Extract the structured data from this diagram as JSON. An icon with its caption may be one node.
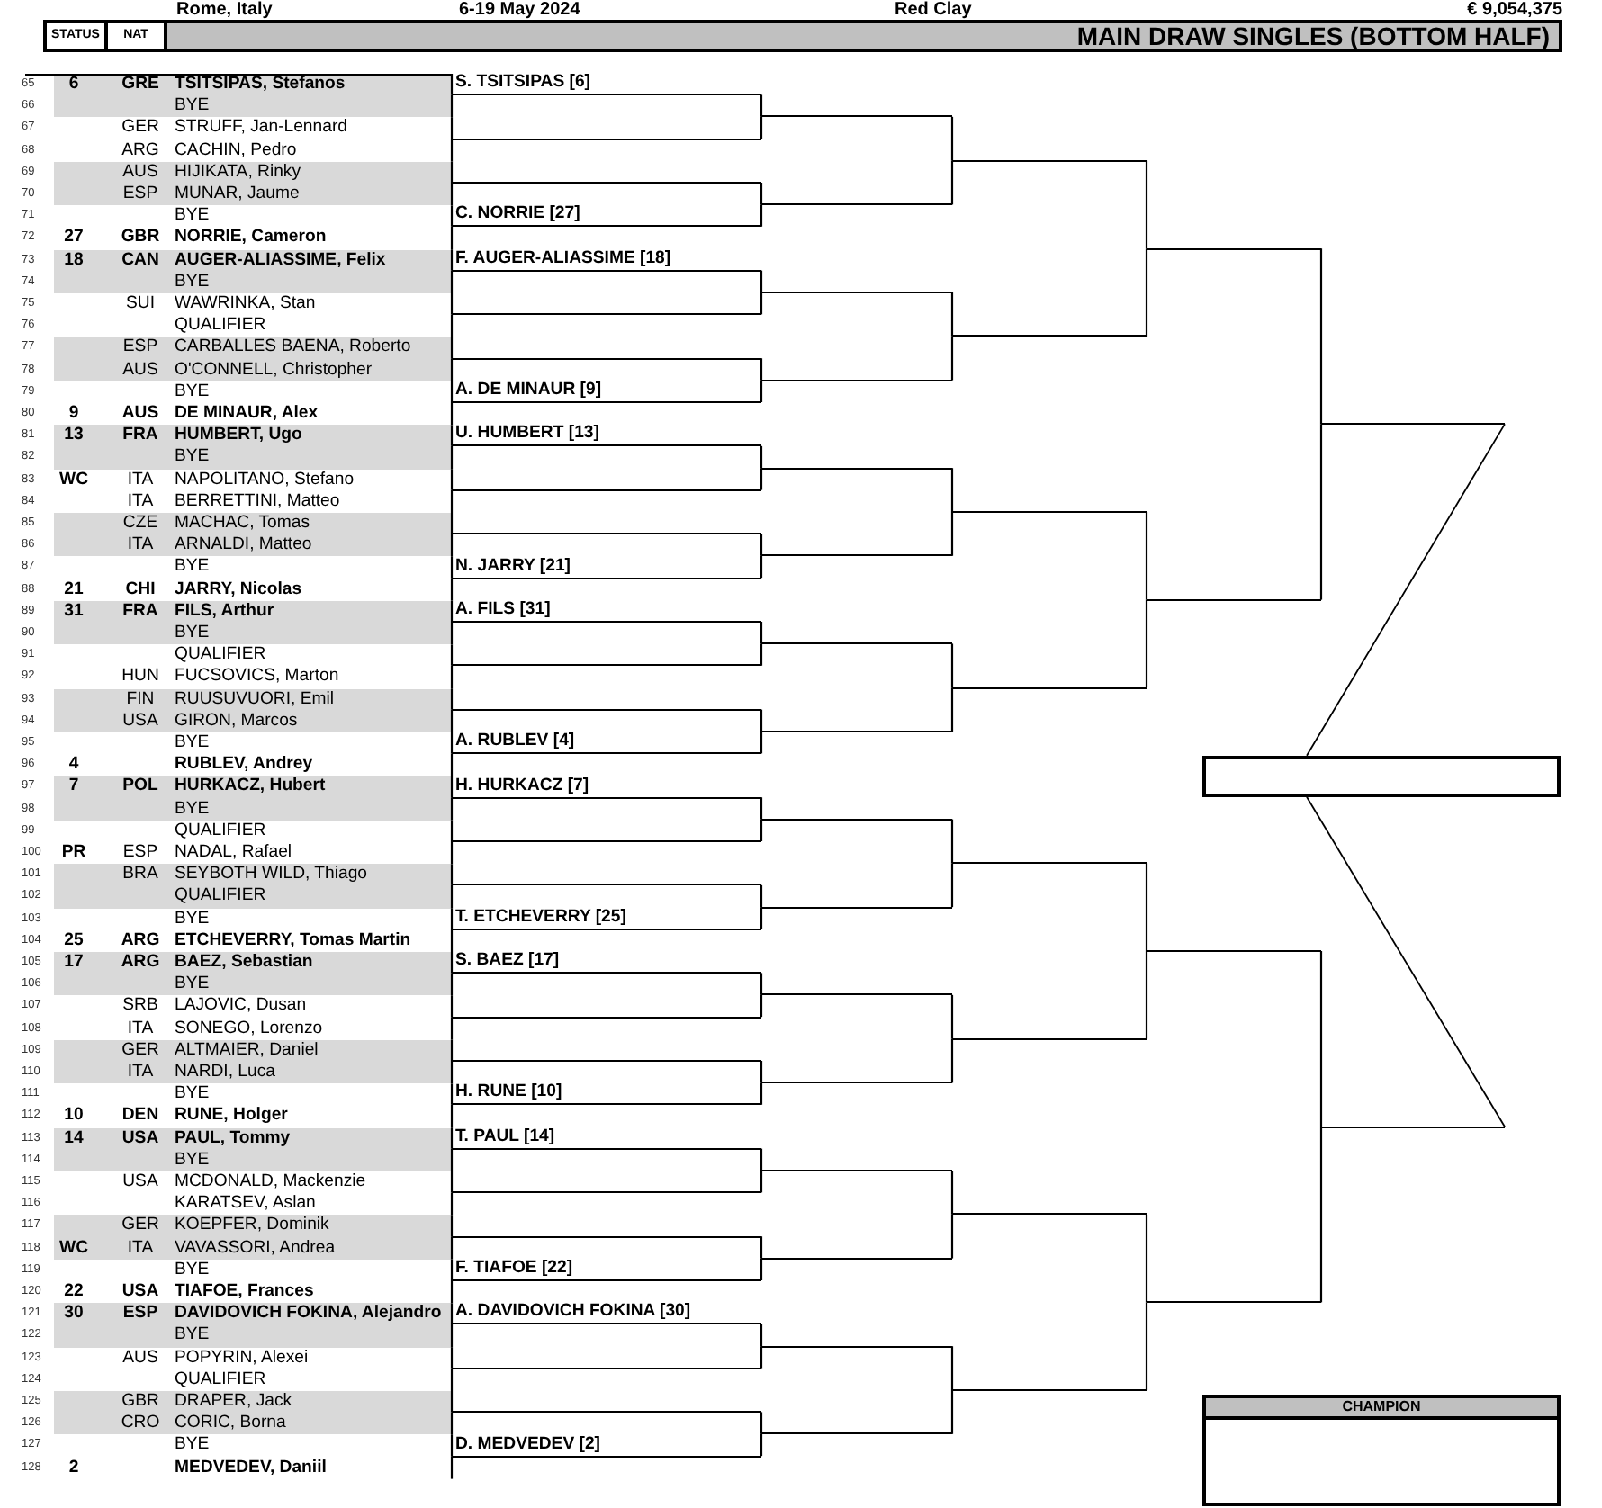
{
  "diagram": {
    "title": "MAIN DRAW SINGLES (BOTTOM HALF)",
    "nodes": [
      {
        "text": [
          "6",
          "GRE",
          "TSITSIPAS, Stefanos"
        ],
        "beside": [
          "65"
        ]
      },
      {
        "text": [
          "BYE"
        ],
        "beside": [
          "66"
        ]
      },
      {
        "text": [
          "GER",
          "STRUFF, Jan-Lennard"
        ],
        "beside": [
          "67"
        ]
      },
      {
        "text": [
          "ARG",
          "CACHIN, Pedro"
        ],
        "beside": [
          "68"
        ]
      },
      {
        "text": [
          "AUS",
          "HIJIKATA, Rinky"
        ],
        "beside": [
          "69"
        ]
      },
      {
        "text": [
          "ESP",
          "MUNAR, Jaume"
        ],
        "beside": [
          "70"
        ]
      },
      {
        "text": [
          "BYE"
        ],
        "beside": [
          "71"
        ]
      },
      {
        "text": [
          "27",
          "GBR",
          "NORRIE, Cameron"
        ],
        "beside": [
          "72"
        ]
      },
      {
        "text": [
          "18",
          "CAN",
          "AUGER-ALIASSIME, Felix"
        ],
        "beside": [
          "73"
        ]
      },
      {
        "text": [
          "BYE"
        ],
        "beside": [
          "74"
        ]
      },
      {
        "text": [
          "SUI",
          "WAWRINKA, Stan"
        ],
        "beside": [
          "75"
        ]
      },
      {
        "text": [
          "QUALIFIER"
        ],
        "beside": [
          "76"
        ]
      },
      {
        "text": [
          "ESP",
          "CARBALLES BAENA, Roberto"
        ],
        "beside": [
          "77"
        ]
      },
      {
        "text": [
          "AUS",
          "O'CONNELL, Christopher"
        ],
        "beside": [
          "78"
        ]
      },
      {
        "text": [
          "BYE"
        ],
        "beside": [
          "79"
        ]
      },
      {
        "text": [
          "9",
          "AUS",
          "DE MINAUR, Alex"
        ],
        "beside": [
          "80"
        ]
      },
      {
        "text": [
          "13",
          "FRA",
          "HUMBERT, Ugo"
        ],
        "beside": [
          "81"
        ]
      },
      {
        "text": [
          "BYE"
        ],
        "beside": [
          "82"
        ]
      },
      {
        "text": [
          "WC",
          "ITA",
          "NAPOLITANO, Stefano"
        ],
        "beside": [
          "83"
        ]
      },
      {
        "text": [
          "ITA",
          "BERRETTINI, Matteo"
        ],
        "beside": [
          "84"
        ]
      },
      {
        "text": [
          "CZE",
          "MACHAC, Tomas"
        ],
        "beside": [
          "85"
        ]
      },
      {
        "text": [
          "ITA",
          "ARNALDI, Matteo"
        ],
        "beside": [
          "86"
        ]
      },
      {
        "text": [
          "BYE"
        ],
        "beside": [
          "87"
        ]
      },
      {
        "text": [
          "21",
          "CHI",
          "JARRY, Nicolas"
        ],
        "beside": [
          "88"
        ]
      },
      {
        "text": [
          "31",
          "FRA",
          "FILS, Arthur"
        ],
        "beside": [
          "89"
        ]
      },
      {
        "text": [
          "BYE"
        ],
        "beside": [
          "90"
        ]
      },
      {
        "text": [
          "QUALIFIER"
        ],
        "beside": [
          "91"
        ]
      },
      {
        "text": [
          "HUN",
          "FUCSOVICS, Marton"
        ],
        "beside": [
          "92"
        ]
      },
      {
        "text": [
          "FIN",
          "RUUSUVUORI, Emil"
        ],
        "beside": [
          "93"
        ]
      },
      {
        "text": [
          "USA",
          "GIRON, Marcos"
        ],
        "beside": [
          "94"
        ]
      },
      {
        "text": [
          "BYE"
        ],
        "beside": [
          "95"
        ]
      },
      {
        "text": [
          "4",
          "RUBLEV, Andrey"
        ],
        "beside": [
          "96"
        ]
      },
      {
        "text": [
          "7",
          "POL",
          "HURKACZ, Hubert"
        ],
        "beside": [
          "97"
        ]
      },
      {
        "text": [
          "BYE"
        ],
        "beside": [
          "98"
        ]
      },
      {
        "text": [
          "QUALIFIER"
        ],
        "beside": [
          "99"
        ]
      },
      {
        "text": [
          "PR",
          "ESP",
          "NADAL, Rafael"
        ],
        "beside": [
          "100"
        ]
      },
      {
        "text": [
          "BRA",
          "SEYBOTH WILD, Thiago"
        ],
        "beside": [
          "101"
        ]
      },
      {
        "text": [
          "QUALIFIER"
        ],
        "beside": [
          "102"
        ]
      },
      {
        "text": [
          "BYE"
        ],
        "beside": [
          "103"
        ]
      },
      {
        "text": [
          "25",
          "ARG",
          "ETCHEVERRY, Tomas Martin"
        ],
        "beside": [
          "104"
        ]
      },
      {
        "text": [
          "17",
          "ARG",
          "BAEZ, Sebastian"
        ],
        "beside": [
          "105"
        ]
      },
      {
        "text": [
          "BYE"
        ],
        "beside": [
          "106"
        ]
      },
      {
        "text": [
          "SRB",
          "LAJOVIC, Dusan"
        ],
        "beside": [
          "107"
        ]
      },
      {
        "text": [
          "ITA",
          "SONEGO, Lorenzo"
        ],
        "beside": [
          "108"
        ]
      },
      {
        "text": [
          "GER",
          "ALTMAIER, Daniel"
        ],
        "beside": [
          "109"
        ]
      },
      {
        "text": [
          "ITA",
          "NARDI, Luca"
        ],
        "beside": [
          "110"
        ]
      },
      {
        "text": [
          "BYE"
        ],
        "beside": [
          "111"
        ]
      },
      {
        "text": [
          "10",
          "DEN",
          "RUNE, Holger"
        ],
        "beside": [
          "112"
        ]
      },
      {
        "text": [
          "14",
          "USA",
          "PAUL, Tommy"
        ],
        "beside": [
          "113"
        ]
      },
      {
        "text": [
          "BYE"
        ],
        "beside": [
          "114"
        ]
      },
      {
        "text": [
          "USA",
          "MCDONALD, Mackenzie"
        ],
        "beside": [
          "115"
        ]
      },
      {
        "text": [
          "KARATSEV, Aslan"
        ],
        "beside": [
          "116"
        ]
      },
      {
        "text": [
          "GER",
          "KOEPFER, Dominik"
        ],
        "beside": [
          "117"
        ]
      },
      {
        "text": [
          "WC",
          "ITA",
          "VAVASSORI, Andrea"
        ],
        "beside": [
          "118"
        ]
      },
      {
        "text": [
          "BYE"
        ],
        "beside": [
          "119"
        ]
      },
      {
        "text": [
          "22",
          "USA",
          "TIAFOE, Frances"
        ],
        "beside": [
          "120"
        ]
      },
      {
        "text": [
          "30",
          "ESP",
          "DAVIDOVICH FOKINA, Alejandro"
        ],
        "beside": [
          "121"
        ]
      },
      {
        "text": [
          "BYE"
        ],
        "beside": [
          "122"
        ]
      },
      {
        "text": [
          "AUS",
          "POPYRIN, Alexei"
        ],
        "beside": [
          "123"
        ]
      },
      {
        "text": [
          "QUALIFIER"
        ],
        "beside": [
          "124"
        ]
      },
      {
        "text": [
          "GBR",
          "DRAPER, Jack"
        ],
        "beside": [
          "125"
        ]
      },
      {
        "text": [
          "CRO",
          "CORIC, Borna"
        ],
        "beside": [
          "126"
        ]
      },
      {
        "text": [
          "BYE"
        ],
        "beside": [
          "127"
        ]
      },
      {
        "text": [
          "2",
          "MEDVEDEV, Daniil"
        ],
        "beside": [
          "128"
        ]
      },
      {
        "text": [
          "S. TSITSIPAS [6]"
        ]
      },
      {
        "text": [],
        "shape": "line"
      },
      {
        "text": [],
        "shape": "line"
      },
      {
        "text": [
          "C. NORRIE [27]"
        ]
      },
      {
        "text": [
          "F. AUGER-ALIASSIME [18]"
        ]
      },
      {
        "text": [],
        "shape": "line"
      },
      {
        "text": [],
        "shape": "line"
      },
      {
        "text": [
          "A. DE MINAUR [9]"
        ]
      },
      {
        "text": [
          "U. HUMBERT [13]"
        ]
      },
      {
        "text": [],
        "shape": "line"
      },
      {
        "text": [],
        "shape": "line"
      },
      {
        "text": [
          "N. JARRY [21]"
        ]
      },
      {
        "text": [
          "A. FILS [31]"
        ]
      },
      {
        "text": [],
        "shape": "line"
      },
      {
        "text": [],
        "shape": "line"
      },
      {
        "text": [
          "A. RUBLEV [4]"
        ]
      },
      {
        "text": [
          "H. HURKACZ [7]"
        ]
      },
      {
        "text": [],
        "shape": "line"
      },
      {
        "text": [],
        "shape": "line"
      },
      {
        "text": [
          "T. ETCHEVERRY [25]"
        ]
      },
      {
        "text": [
          "S. BAEZ [17]"
        ]
      },
      {
        "text": [],
        "shape": "line"
      },
      {
        "text": [],
        "shape": "line"
      },
      {
        "text": [
          "H. RUNE [10]"
        ]
      },
      {
        "text": [
          "T. PAUL [14]"
        ]
      },
      {
        "text": [],
        "shape": "line"
      },
      {
        "text": [],
        "shape": "line"
      },
      {
        "text": [
          "F. TIAFOE [22]"
        ]
      },
      {
        "text": [
          "A. DAVIDOVICH FOKINA [30]"
        ]
      },
      {
        "text": [],
        "shape": "line"
      },
      {
        "text": [],
        "shape": "line"
      },
      {
        "text": [
          "D. MEDVEDEV [2]"
        ]
      },
      {
        "text": [],
        "shape": "line"
      },
      {
        "text": [],
        "shape": "line"
      },
      {
        "text": [],
        "shape": "line"
      },
      {
        "text": [],
        "shape": "line"
      },
      {
        "text": [],
        "shape": "line"
      },
      {
        "text": [],
        "shape": "line"
      },
      {
        "text": [],
        "shape": "line"
      },
      {
        "text": [],
        "shape": "line"
      },
      {
        "text": [],
        "shape": "line"
      },
      {
        "text": [],
        "shape": "line"
      },
      {
        "text": [],
        "shape": "line"
      },
      {
        "text": [],
        "shape": "line"
      },
      {
        "text": [],
        "shape": "line"
      },
      {
        "text": [],
        "shape": "line"
      },
      {
        "text": [],
        "shape": "line"
      },
      {
        "text": [],
        "shape": "line"
      },
      {
        "text": [],
        "shape": "line"
      },
      {
        "text": [],
        "shape": "line"
      },
      {
        "text": [],
        "shape": "line"
      },
      {
        "text": [],
        "shape": "line"
      },
      {
        "text": [],
        "shape": "line"
      },
      {
        "text": [],
        "shape": "line"
      },
      {
        "text": [],
        "shape": "line"
      },
      {
        "text": [],
        "shape": "line"
      },
      {
        "text": [],
        "shape": "line"
      },
      {
        "text": [],
        "shape": "line"
      },
      {
        "text": [],
        "shape": "line"
      },
      {
        "text": [],
        "shape": "line"
      },
      {
        "text": [],
        "shape": "line"
      },
      {
        "text": [],
        "shape": "line"
      },
      {
        "text": [],
        "shape": "box"
      },
      {
        "text": [
          "CHAMPION"
        ]
      }
    ],
    "edges": [
      {
        "from": 0,
        "to": 64,
        "arrow": "none"
      },
      {
        "from": 1,
        "to": 64,
        "arrow": "none"
      },
      {
        "from": 2,
        "to": 65,
        "arrow": "none"
      },
      {
        "from": 3,
        "to": 65,
        "arrow": "none"
      },
      {
        "from": 4,
        "to": 66,
        "arrow": "none"
      },
      {
        "from": 5,
        "to": 66,
        "arrow": "none"
      },
      {
        "from": 6,
        "to": 67,
        "arrow": "none"
      },
      {
        "from": 7,
        "to": 67,
        "arrow": "none"
      },
      {
        "from": 8,
        "to": 68,
        "arrow": "none"
      },
      {
        "from": 9,
        "to": 68,
        "arrow": "none"
      },
      {
        "from": 10,
        "to": 69,
        "arrow": "none"
      },
      {
        "from": 11,
        "to": 69,
        "arrow": "none"
      },
      {
        "from": 12,
        "to": 70,
        "arrow": "none"
      },
      {
        "from": 13,
        "to": 70,
        "arrow": "none"
      },
      {
        "from": 14,
        "to": 71,
        "arrow": "none"
      },
      {
        "from": 15,
        "to": 71,
        "arrow": "none"
      },
      {
        "from": 16,
        "to": 72,
        "arrow": "none"
      },
      {
        "from": 17,
        "to": 72,
        "arrow": "none"
      },
      {
        "from": 18,
        "to": 73,
        "arrow": "none"
      },
      {
        "from": 19,
        "to": 73,
        "arrow": "none"
      },
      {
        "from": 20,
        "to": 74,
        "arrow": "none"
      },
      {
        "from": 21,
        "to": 74,
        "arrow": "none"
      },
      {
        "from": 22,
        "to": 75,
        "arrow": "none"
      },
      {
        "from": 23,
        "to": 75,
        "arrow": "none"
      },
      {
        "from": 24,
        "to": 76,
        "arrow": "none"
      },
      {
        "from": 25,
        "to": 76,
        "arrow": "none"
      },
      {
        "from": 26,
        "to": 77,
        "arrow": "none"
      },
      {
        "from": 27,
        "to": 77,
        "arrow": "none"
      },
      {
        "from": 28,
        "to": 78,
        "arrow": "none"
      },
      {
        "from": 29,
        "to": 78,
        "arrow": "none"
      },
      {
        "from": 30,
        "to": 79,
        "arrow": "none"
      },
      {
        "from": 31,
        "to": 79,
        "arrow": "none"
      },
      {
        "from": 32,
        "to": 80,
        "arrow": "none"
      },
      {
        "from": 33,
        "to": 80,
        "arrow": "none"
      },
      {
        "from": 34,
        "to": 81,
        "arrow": "none"
      },
      {
        "from": 35,
        "to": 81,
        "arrow": "none"
      },
      {
        "from": 36,
        "to": 82,
        "arrow": "none"
      },
      {
        "from": 37,
        "to": 82,
        "arrow": "none"
      },
      {
        "from": 38,
        "to": 83,
        "arrow": "none"
      },
      {
        "from": 39,
        "to": 83,
        "arrow": "none"
      },
      {
        "from": 40,
        "to": 84,
        "arrow": "none"
      },
      {
        "from": 41,
        "to": 84,
        "arrow": "none"
      },
      {
        "from": 42,
        "to": 85,
        "arrow": "none"
      },
      {
        "from": 43,
        "to": 85,
        "arrow": "none"
      },
      {
        "from": 44,
        "to": 86,
        "arrow": "none"
      },
      {
        "from": 45,
        "to": 86,
        "arrow": "none"
      },
      {
        "from": 46,
        "to": 87,
        "arrow": "none"
      },
      {
        "from": 47,
        "to": 87,
        "arrow": "none"
      },
      {
        "from": 48,
        "to": 88,
        "arrow": "none"
      },
      {
        "from": 49,
        "to": 88,
        "arrow": "none"
      },
      {
        "from": 50,
        "to": 89,
        "arrow": "none"
      },
      {
        "from": 51,
        "to": 89,
        "arrow": "none"
      },
      {
        "from": 52,
        "to": 90,
        "arrow": "none"
      },
      {
        "from": 53,
        "to": 90,
        "arrow": "none"
      },
      {
        "from": 54,
        "to": 91,
        "arrow": "none"
      },
      {
        "from": 55,
        "to": 91,
        "arrow": "none"
      },
      {
        "from": 56,
        "to": 92,
        "arrow": "none"
      },
      {
        "from": 57,
        "to": 92,
        "arrow": "none"
      },
      {
        "from": 58,
        "to": 93,
        "arrow": "none"
      },
      {
        "from": 59,
        "to": 93,
        "arrow": "none"
      },
      {
        "from": 60,
        "to": 94,
        "arrow": "none"
      },
      {
        "from": 61,
        "to": 94,
        "arrow": "none"
      },
      {
        "from": 62,
        "to": 95,
        "arrow": "none"
      },
      {
        "from": 63,
        "to": 95,
        "arrow": "none"
      },
      {
        "from": 64,
        "to": 96,
        "arrow": "none"
      },
      {
        "from": 65,
        "to": 96,
        "arrow": "none"
      },
      {
        "from": 66,
        "to": 97,
        "arrow": "none"
      },
      {
        "from": 67,
        "to": 97,
        "arrow": "none"
      },
      {
        "from": 68,
        "to": 98,
        "arrow": "none"
      },
      {
        "from": 69,
        "to": 98,
        "arrow": "none"
      },
      {
        "from": 70,
        "to": 99,
        "arrow": "none"
      },
      {
        "from": 71,
        "to": 99,
        "arrow": "none"
      },
      {
        "from": 72,
        "to": 100,
        "arrow": "none"
      },
      {
        "from": 73,
        "to": 100,
        "arrow": "none"
      },
      {
        "from": 74,
        "to": 101,
        "arrow": "none"
      },
      {
        "from": 75,
        "to": 101,
        "arrow": "none"
      },
      {
        "from": 76,
        "to": 102,
        "arrow": "none"
      },
      {
        "from": 77,
        "to": 102,
        "arrow": "none"
      },
      {
        "from": 78,
        "to": 103,
        "arrow": "none"
      },
      {
        "from": 79,
        "to": 103,
        "arrow": "none"
      },
      {
        "from": 80,
        "to": 104,
        "arrow": "none"
      },
      {
        "from": 81,
        "to": 104,
        "arrow": "none"
      },
      {
        "from": 82,
        "to": 105,
        "arrow": "none"
      },
      {
        "from": 83,
        "to": 105,
        "arrow": "none"
      },
      {
        "from": 84,
        "to": 106,
        "arrow": "none"
      },
      {
        "from": 85,
        "to": 106,
        "arrow": "none"
      },
      {
        "from": 86,
        "to": 107,
        "arrow": "none"
      },
      {
        "from": 87,
        "to": 107,
        "arrow": "none"
      },
      {
        "from": 88,
        "to": 108,
        "arrow": "none"
      },
      {
        "from": 89,
        "to": 108,
        "arrow": "none"
      },
      {
        "from": 90,
        "to": 109,
        "arrow": "none"
      },
      {
        "from": 91,
        "to": 109,
        "arrow": "none"
      },
      {
        "from": 92,
        "to": 110,
        "arrow": "none"
      },
      {
        "from": 93,
        "to": 110,
        "arrow": "none"
      },
      {
        "from": 94,
        "to": 111,
        "arrow": "none"
      },
      {
        "from": 95,
        "to": 111,
        "arrow": "none"
      },
      {
        "from": 96,
        "to": 112,
        "arrow": "none"
      },
      {
        "from": 97,
        "to": 112,
        "arrow": "none"
      },
      {
        "from": 98,
        "to": 113,
        "arrow": "none"
      },
      {
        "from": 99,
        "to": 113,
        "arrow": "none"
      },
      {
        "from": 100,
        "to": 114,
        "arrow": "none"
      },
      {
        "from": 101,
        "to": 114,
        "arrow": "none"
      },
      {
        "from": 102,
        "to": 115,
        "arrow": "none"
      },
      {
        "from": 103,
        "to": 115,
        "arrow": "none"
      },
      {
        "from": 104,
        "to": 116,
        "arrow": "none"
      },
      {
        "from": 105,
        "to": 116,
        "arrow": "none"
      },
      {
        "from": 106,
        "to": 117,
        "arrow": "none"
      },
      {
        "from": 107,
        "to": 117,
        "arrow": "none"
      },
      {
        "from": 108,
        "to": 118,
        "arrow": "none"
      },
      {
        "from": 109,
        "to": 118,
        "arrow": "none"
      },
      {
        "from": 110,
        "to": 119,
        "arrow": "none"
      },
      {
        "from": 111,
        "to": 119,
        "arrow": "none"
      },
      {
        "from": 112,
        "to": 120,
        "arrow": "none"
      },
      {
        "from": 113,
        "to": 120,
        "arrow": "none"
      },
      {
        "from": 114,
        "to": 121,
        "arrow": "none"
      },
      {
        "from": 115,
        "to": 121,
        "arrow": "none"
      },
      {
        "from": 116,
        "to": 122,
        "arrow": "none"
      },
      {
        "from": 117,
        "to": 122,
        "arrow": "none"
      },
      {
        "from": 118,
        "to": 123,
        "arrow": "none"
      },
      {
        "from": 119,
        "to": 123,
        "arrow": "none"
      },
      {
        "from": 120,
        "to": 124,
        "arrow": "none"
      },
      {
        "from": 121,
        "to": 124,
        "arrow": "none"
      },
      {
        "from": 122,
        "to": 125,
        "arrow": "none"
      },
      {
        "from": 123,
        "to": 125,
        "arrow": "none"
      },
      {
        "from": 124,
        "to": 126,
        "arrow": "none"
      },
      {
        "from": 125,
        "to": 126,
        "arrow": "none"
      }
    ],
    "labels": [
      "Rome, Italy",
      "6-19 May 2024",
      "Red Clay",
      "€ 9,054,375",
      "STATUS",
      "NAT"
    ]
  }
}
